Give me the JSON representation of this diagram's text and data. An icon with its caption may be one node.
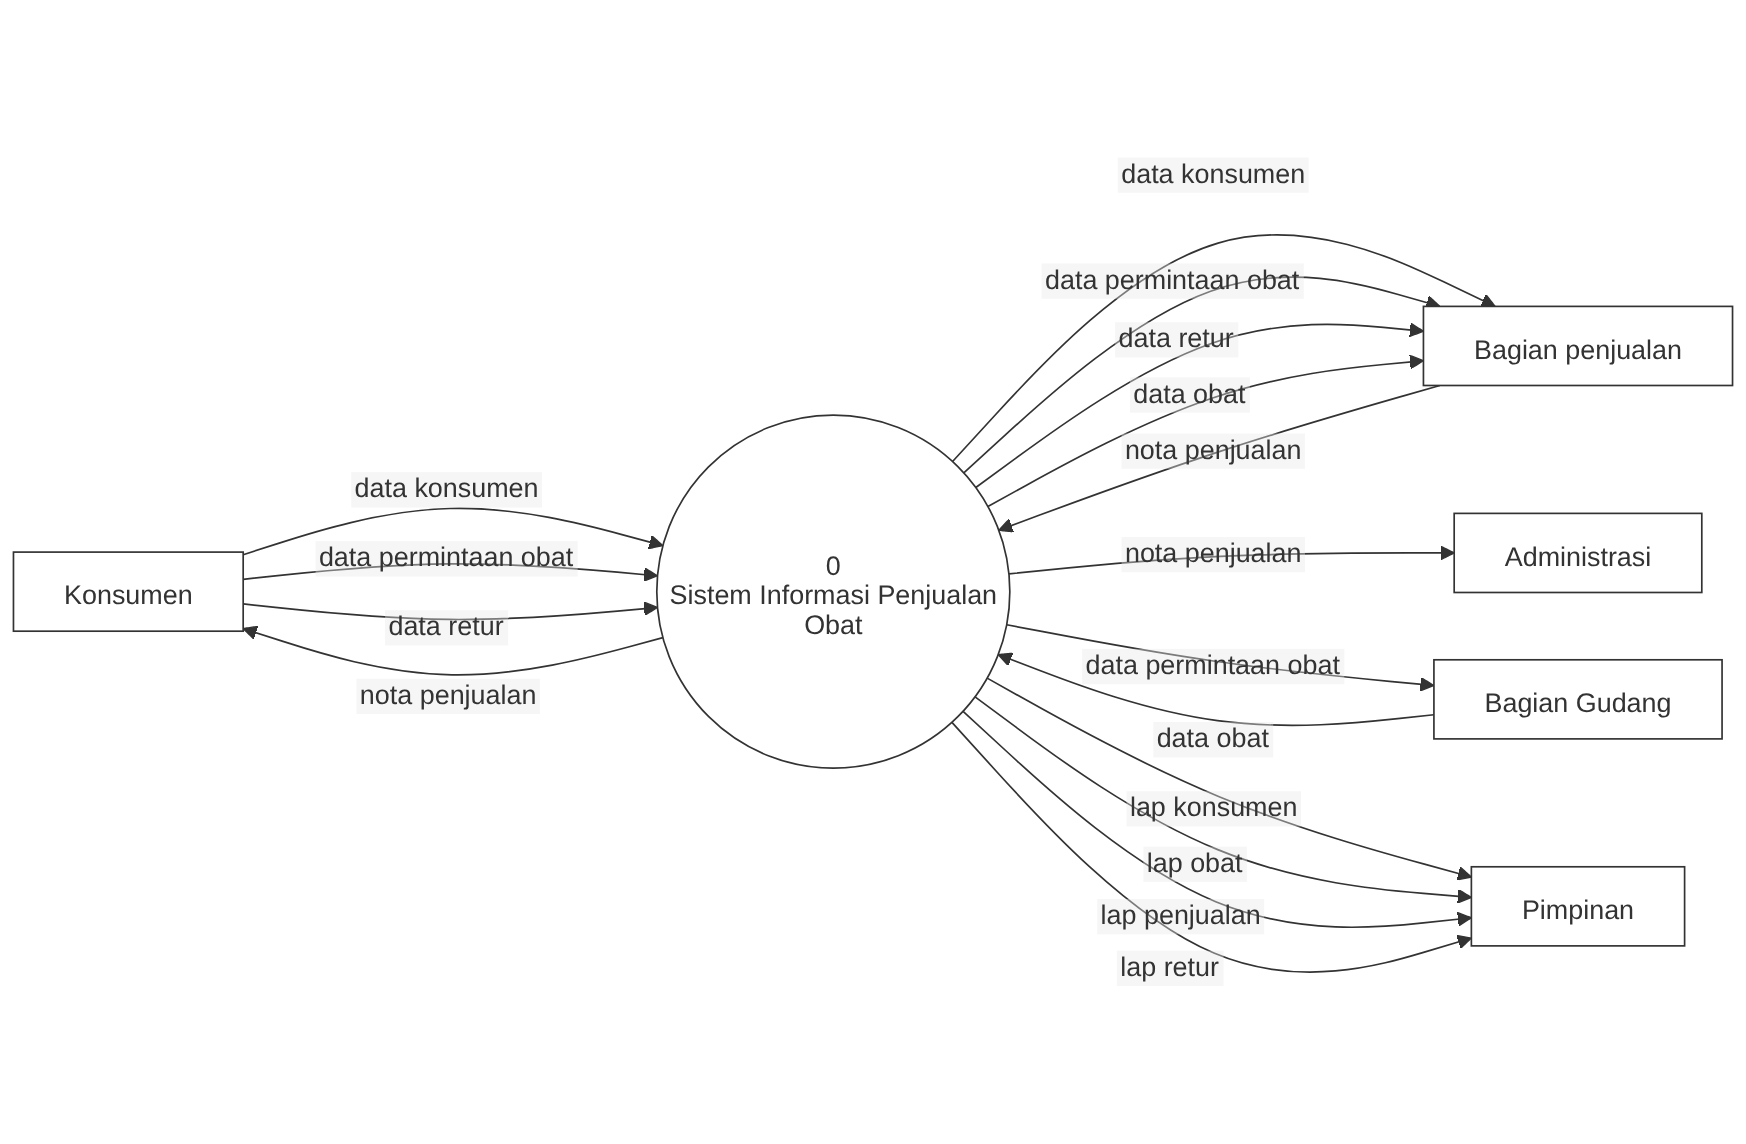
{
  "diagram": {
    "nodes": [
      {
        "text": [
          "Konsumen"
        ]
      },
      {
        "text": [
          "0",
          "Sistem Informasi Penjualan Obat"
        ]
      },
      {
        "text": [
          "Bagian penjualan"
        ]
      },
      {
        "text": [
          "Administrasi"
        ]
      },
      {
        "text": [
          "Bagian Gudang"
        ]
      },
      {
        "text": [
          "Pimpinan"
        ]
      }
    ],
    "edges": [
      {
        "from": 0,
        "to": 1,
        "arrow": "to",
        "label": "data konsumen"
      },
      {
        "from": 0,
        "to": 1,
        "arrow": "to",
        "label": "data permintaan obat"
      },
      {
        "from": 0,
        "to": 1,
        "arrow": "to",
        "label": "data retur"
      },
      {
        "from": 1,
        "to": 0,
        "arrow": "to",
        "label": "nota penjualan"
      },
      {
        "from": 1,
        "to": 2,
        "arrow": "to",
        "label": "data konsumen"
      },
      {
        "from": 1,
        "to": 2,
        "arrow": "to",
        "label": "data permintaan obat"
      },
      {
        "from": 1,
        "to": 2,
        "arrow": "to",
        "label": "data retur"
      },
      {
        "from": 1,
        "to": 2,
        "arrow": "to",
        "label": "data obat"
      },
      {
        "from": 2,
        "to": 1,
        "arrow": "to",
        "label": "nota penjualan"
      },
      {
        "from": 1,
        "to": 3,
        "arrow": "to",
        "label": "nota penjualan"
      },
      {
        "from": 1,
        "to": 4,
        "arrow": "to",
        "label": "data permintaan obat"
      },
      {
        "from": 4,
        "to": 1,
        "arrow": "to",
        "label": "data obat"
      },
      {
        "from": 1,
        "to": 5,
        "arrow": "to",
        "label": "lap konsumen"
      },
      {
        "from": 1,
        "to": 5,
        "arrow": "to",
        "label": "lap obat"
      },
      {
        "from": 1,
        "to": 5,
        "arrow": "to",
        "label": "lap penjualan"
      },
      {
        "from": 1,
        "to": 5,
        "arrow": "to",
        "label": "lap retur"
      }
    ]
  }
}
